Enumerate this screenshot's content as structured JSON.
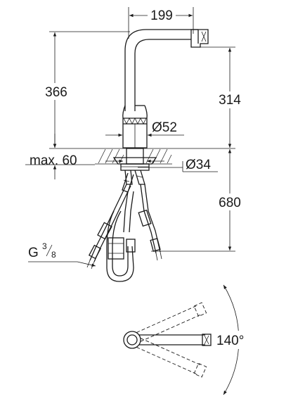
{
  "dimensions": {
    "spout_reach": "199",
    "total_height": "366",
    "spout_height": "314",
    "base_diameter": "Ø52",
    "max_deck_thickness": "max. 60",
    "hole_diameter": "Ø34",
    "hose_length": "680",
    "thread_prefix": "G",
    "thread_num": "3",
    "thread_den": "8",
    "swivel_angle": "140°"
  },
  "colors": {
    "line": "#1a1a1a",
    "background": "#ffffff"
  }
}
